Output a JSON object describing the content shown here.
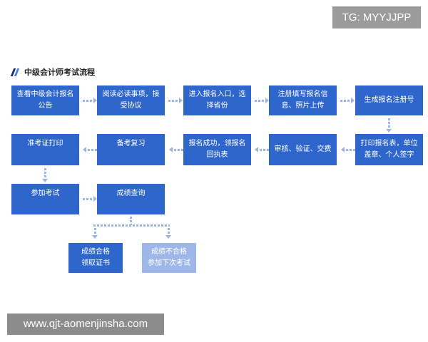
{
  "watermark_top": "TG: MYYJJPP",
  "watermark_bottom": "www.qjt-aomenjinsha.com",
  "title": "中级会计师考试流程",
  "steps": {
    "s1": "查看中级会计报名\n公告",
    "s2": "阅读必读事项，接\n受协议",
    "s3": "进入报名入口，选\n择省份",
    "s4": "注册填写报名信\n息、照片上传",
    "s5": "生成报名注册号",
    "s6": "打印报名表，单位\n盖章、个人签字",
    "s7": "审核、验证、交费",
    "s8": "报名成功，领报名\n回执表",
    "s9": "备考复习",
    "s10": "准考证打印",
    "s11": "参加考试",
    "s12": "成绩查询",
    "s13": "成绩合格\n领取证书",
    "s14": "成绩不合格\n参加下次考试"
  },
  "colors": {
    "box": "#2f66cc",
    "box_light": "#9fb7e8",
    "connector": "#9db5e3"
  }
}
